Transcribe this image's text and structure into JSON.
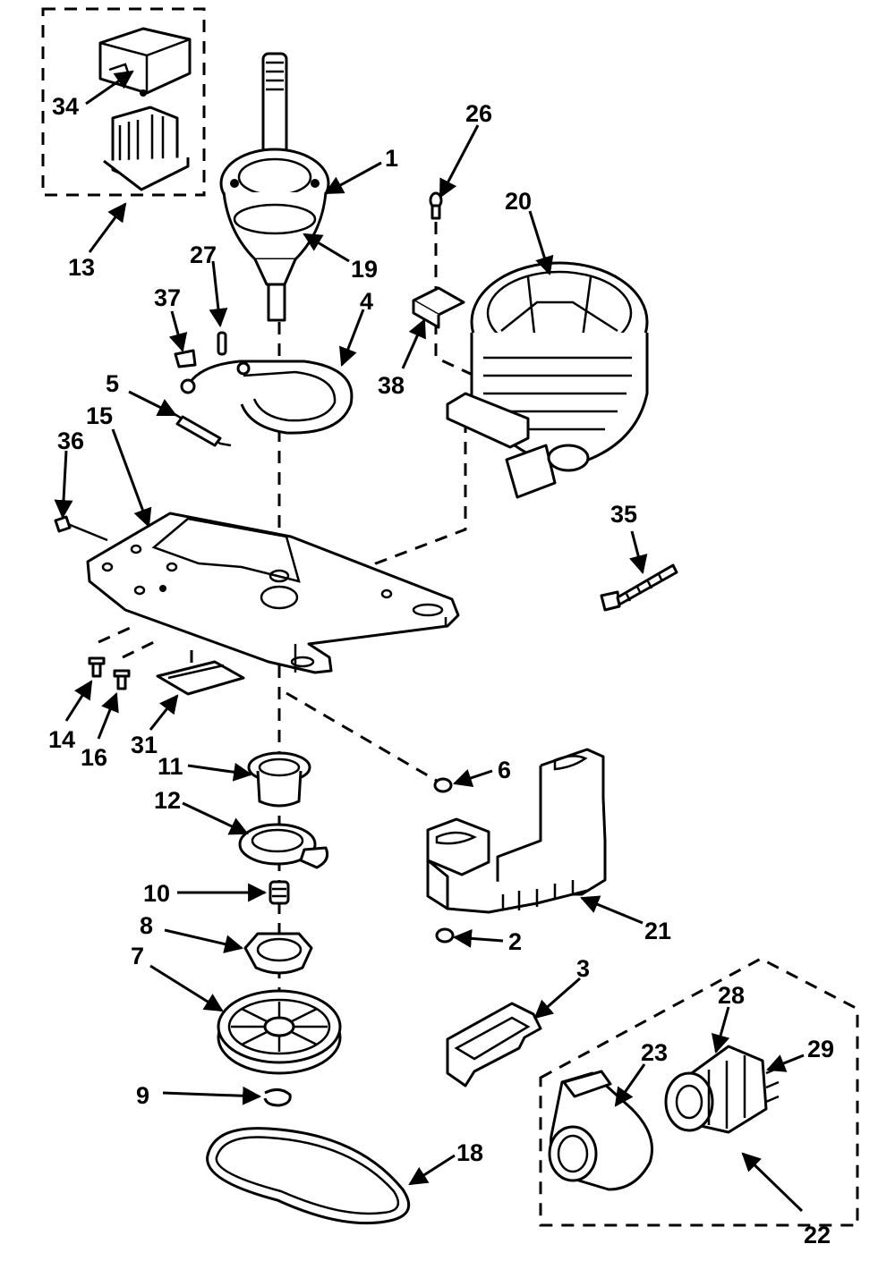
{
  "labels": {
    "l1": "1",
    "l2": "2",
    "l3": "3",
    "l4": "4",
    "l5": "5",
    "l6": "6",
    "l7": "7",
    "l8": "8",
    "l9": "9",
    "l10": "10",
    "l11": "11",
    "l12": "12",
    "l13": "13",
    "l14": "14",
    "l15": "15",
    "l16": "16",
    "l18": "18",
    "l19": "19",
    "l20": "20",
    "l21": "21",
    "l22": "22",
    "l23": "23",
    "l26": "26",
    "l27": "27",
    "l28": "28",
    "l29": "29",
    "l31": "31",
    "l34": "34",
    "l35": "35",
    "l36": "36",
    "l37": "37",
    "l38": "38"
  }
}
